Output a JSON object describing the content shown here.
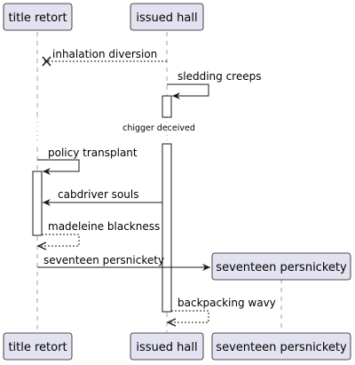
{
  "participants": [
    {
      "id": "title-retort",
      "label": "title retort"
    },
    {
      "id": "issued-hall",
      "label": "issued hall"
    },
    {
      "id": "seventeen-persnickety",
      "label": "seventeen persnickety"
    }
  ],
  "messages": [
    {
      "id": "inhalation-diversion",
      "label": "inhalation diversion",
      "from": "issued-hall",
      "to": "title-retort",
      "style": "dashed-lost"
    },
    {
      "id": "sledding-creeps",
      "label": "sledding creeps",
      "from": "issued-hall",
      "to": "issued-hall",
      "style": "self"
    },
    {
      "id": "policy-transplant",
      "label": "policy transplant",
      "from": "title-retort",
      "to": "title-retort",
      "style": "self"
    },
    {
      "id": "cabdriver-souls",
      "label": "cabdriver souls",
      "from": "issued-hall",
      "to": "title-retort",
      "style": "solid"
    },
    {
      "id": "madeleine-blackness",
      "label": "madeleine blackness",
      "from": "title-retort",
      "to": "title-retort",
      "style": "self-dashed"
    },
    {
      "id": "seventeen-persnickety",
      "label": "seventeen persnickety",
      "from": "title-retort",
      "to": "seventeen-persnickety",
      "style": "create"
    },
    {
      "id": "backpacking-wavy",
      "label": "backpacking wavy",
      "from": "issued-hall",
      "to": "issued-hall",
      "style": "self-dashed"
    }
  ],
  "delay": {
    "label": "chigger deceived"
  },
  "colors": {
    "participant_fill": "#e2e2f0",
    "participant_border": "#181818",
    "lifeline": "#a0a0a0",
    "arrow": "#181818",
    "activation_fill": "#ffffff"
  }
}
